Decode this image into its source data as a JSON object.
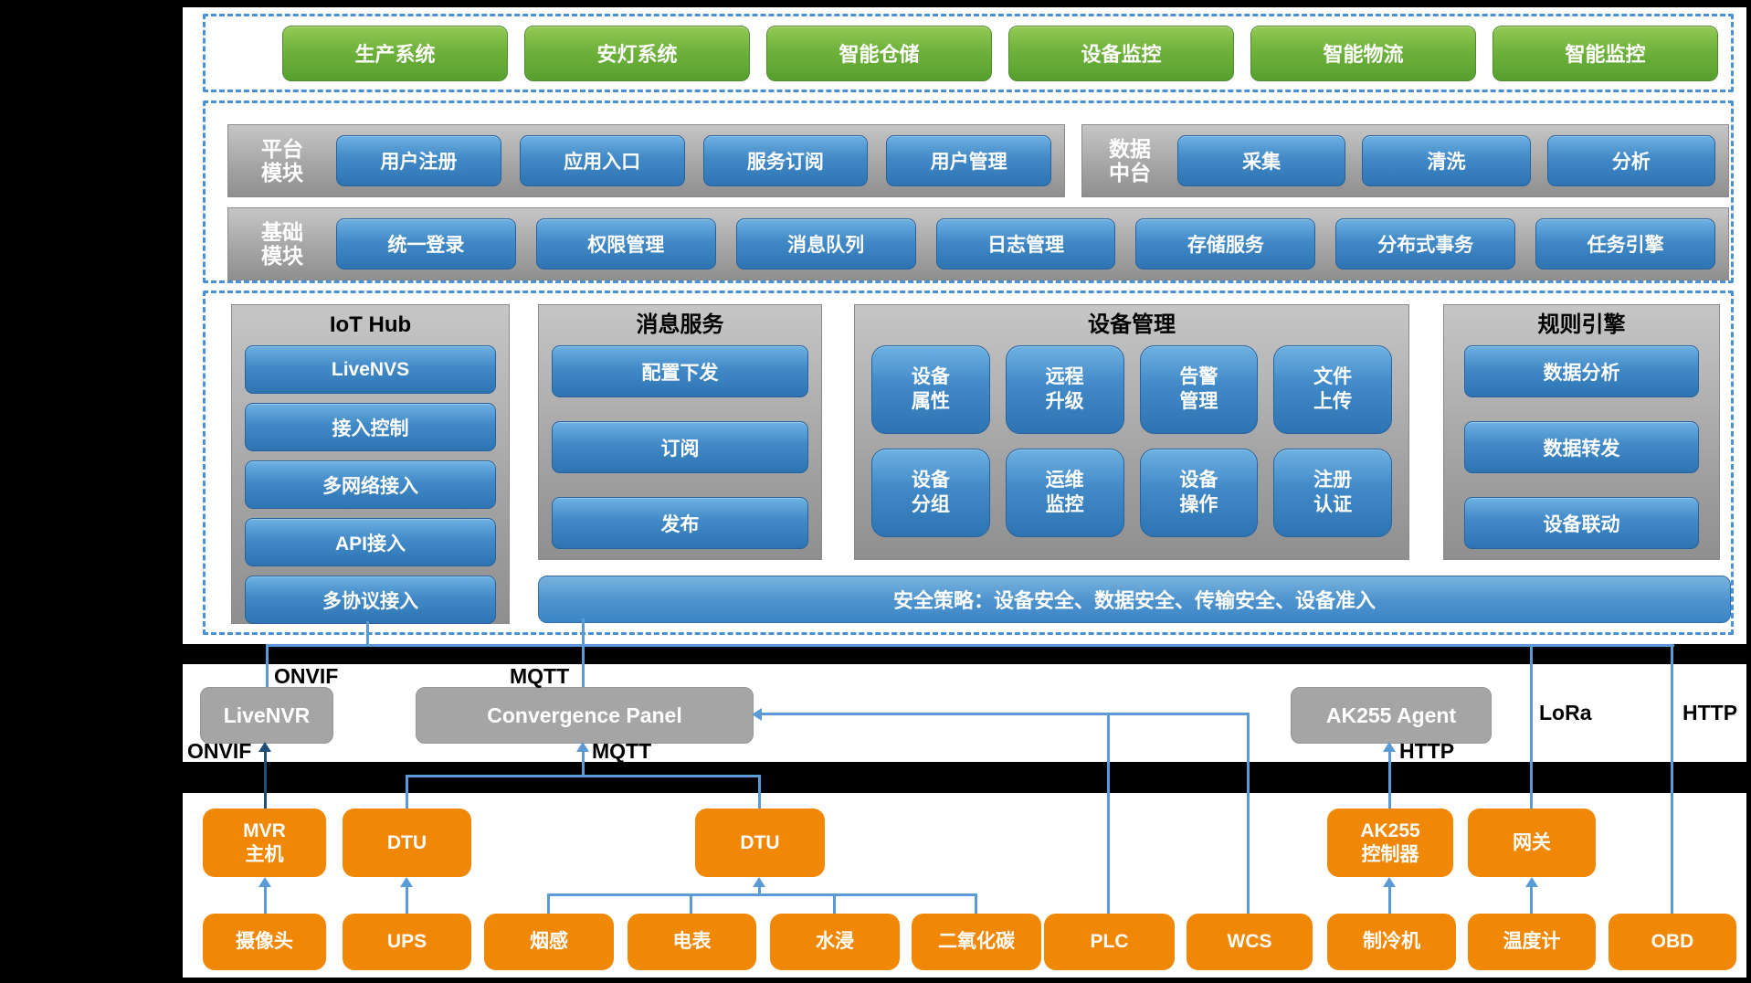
{
  "colors": {
    "app_green": "#6fb23c",
    "module_blue": "#2e74b2",
    "panel_gray": "#a3a3a3",
    "device_orange": "#f08705",
    "line_blue": "#5b9bd5",
    "dash_border": "#4a90d9"
  },
  "app_layer": {
    "items": [
      "生产系统",
      "安灯系统",
      "智能仓储",
      "设备监控",
      "智能物流",
      "智能监控"
    ]
  },
  "platform_row": {
    "platform": {
      "label": "平台\n模块",
      "items": [
        "用户注册",
        "应用入口",
        "服务订阅",
        "用户管理"
      ]
    },
    "data_mid": {
      "label": "数据\n中台",
      "items": [
        "采集",
        "清洗",
        "分析"
      ]
    }
  },
  "base_row": {
    "label": "基础\n模块",
    "items": [
      "统一登录",
      "权限管理",
      "消息队列",
      "日志管理",
      "存储服务",
      "分布式事务",
      "任务引擎"
    ]
  },
  "core": {
    "iot_hub": {
      "title": "IoT Hub",
      "items": [
        "LiveNVS",
        "接入控制",
        "多网络接入",
        "API接入",
        "多协议接入"
      ]
    },
    "message": {
      "title": "消息服务",
      "items": [
        "配置下发",
        "订阅",
        "发布"
      ]
    },
    "device_mgmt": {
      "title": "设备管理",
      "items": [
        "设备\n属性",
        "远程\n升级",
        "告警\n管理",
        "文件\n上传",
        "设备\n分组",
        "运维\n监控",
        "设备\n操作",
        "注册\n认证"
      ]
    },
    "rules": {
      "title": "规则引擎",
      "items": [
        "数据分析",
        "数据转发",
        "设备联动"
      ]
    },
    "security_bar": "安全策略：设备安全、数据安全、传输安全、设备准入"
  },
  "gateway_layer": {
    "livenvr": "LiveNVR",
    "convergence": "Convergence Panel",
    "ak255_agent": "AK255 Agent",
    "labels": {
      "onvif_top": "ONVIF",
      "mqtt_top": "MQTT",
      "onvif_bottom": "ONVIF",
      "mqtt_bottom": "MQTT",
      "http_bottom": "HTTP",
      "lora": "LoRa",
      "http_right": "HTTP"
    }
  },
  "devices": {
    "row1": [
      "MVR\n主机",
      "DTU",
      "DTU",
      "AK255\n控制器",
      "网关"
    ],
    "row2": [
      "摄像头",
      "UPS",
      "烟感",
      "电表",
      "水浸",
      "二氧化碳",
      "PLC",
      "WCS",
      "制冷机",
      "温度计",
      "OBD"
    ]
  }
}
